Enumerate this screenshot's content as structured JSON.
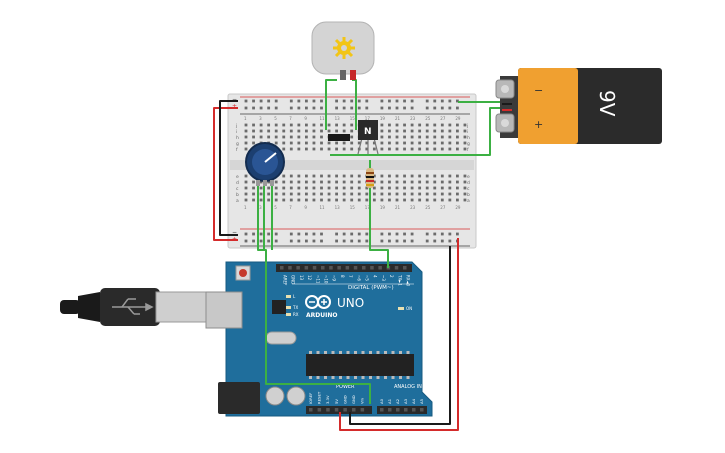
{
  "motor": {
    "icon": "gear-icon"
  },
  "battery": {
    "label": "9V",
    "minus": "−",
    "plus": "+",
    "colors": {
      "body": "#2b2b2b",
      "cap": "#f0a030"
    }
  },
  "transistor": {
    "label": "N"
  },
  "breadboard": {
    "col_numbers": [
      "1",
      "3",
      "5",
      "7",
      "9",
      "11",
      "13",
      "15",
      "17",
      "19",
      "21",
      "23",
      "25",
      "27",
      "29"
    ],
    "row_letters_left": [
      "a",
      "b",
      "c",
      "d",
      "e",
      "f",
      "g",
      "h",
      "i",
      "j"
    ],
    "row_letters_right": [
      "a",
      "b",
      "c",
      "d",
      "e",
      "f",
      "g",
      "h",
      "i",
      "j"
    ],
    "rail_plus": "+",
    "rail_minus": "−"
  },
  "arduino": {
    "board_color": "#1f6e9c",
    "model": "UNO",
    "brand": "ARDUINO",
    "digital_label": "DIGITAL (PWM~)",
    "power_label": "POWER",
    "analog_label": "ANALOG IN",
    "on_label": "ON",
    "led_labels": [
      "L",
      "TX",
      "RX"
    ],
    "top_pins": [
      "AREF",
      "GND",
      "13",
      "12",
      "~11",
      "~10",
      "~9",
      "8",
      "7",
      "~6",
      "~5",
      "4",
      "~3",
      "2",
      "TX►1",
      "RX◄0"
    ],
    "power_pins": [
      "IOREF",
      "RESET",
      "3.3V",
      "5V",
      "GND",
      "GND",
      "Vin"
    ],
    "analog_pins": [
      "A0",
      "A1",
      "A2",
      "A3",
      "A4",
      "A5"
    ]
  },
  "wire_colors": {
    "red": "#d42b2b",
    "black": "#1a1a1a",
    "green": "#3cb043"
  }
}
